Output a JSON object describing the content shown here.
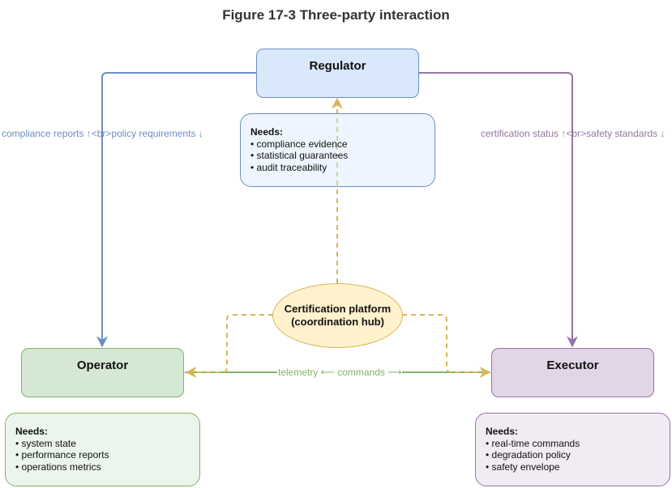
{
  "title": "Figure 17-3 Three-party interaction",
  "colors": {
    "regulator_fill": "#dae8fc",
    "regulator_stroke": "#6c8ebf",
    "operator_fill": "#d5e8d4",
    "operator_stroke": "#82b366",
    "executor_fill": "#e1d5e7",
    "executor_stroke": "#9673a6",
    "hub_fill": "#fff2cc",
    "hub_stroke": "#d6b656"
  },
  "nodes": {
    "regulator": {
      "label": "Regulator"
    },
    "operator": {
      "label": "Operator"
    },
    "executor": {
      "label": "Executor"
    },
    "hub": {
      "line1": "Certification platform",
      "line2": "(coordination hub)"
    }
  },
  "needs": {
    "regulator": {
      "header": "Needs:",
      "items": [
        "• compliance evidence",
        "• statistical guarantees",
        "• audit traceability"
      ]
    },
    "operator": {
      "header": "Needs:",
      "items": [
        "• system state",
        "• performance reports",
        "• operations metrics"
      ]
    },
    "executor": {
      "header": "Needs:",
      "items": [
        "• real-time commands",
        "• degradation policy",
        "• safety envelope"
      ]
    }
  },
  "edges": {
    "regulator_operator": {
      "label": "compliance reports ↑<br>policy requirements ↓"
    },
    "regulator_executor": {
      "label": "certification status ↑<br>safety standards ↓"
    },
    "operator_executor": {
      "label": "telemetry ⟵ commands ⟶"
    }
  }
}
